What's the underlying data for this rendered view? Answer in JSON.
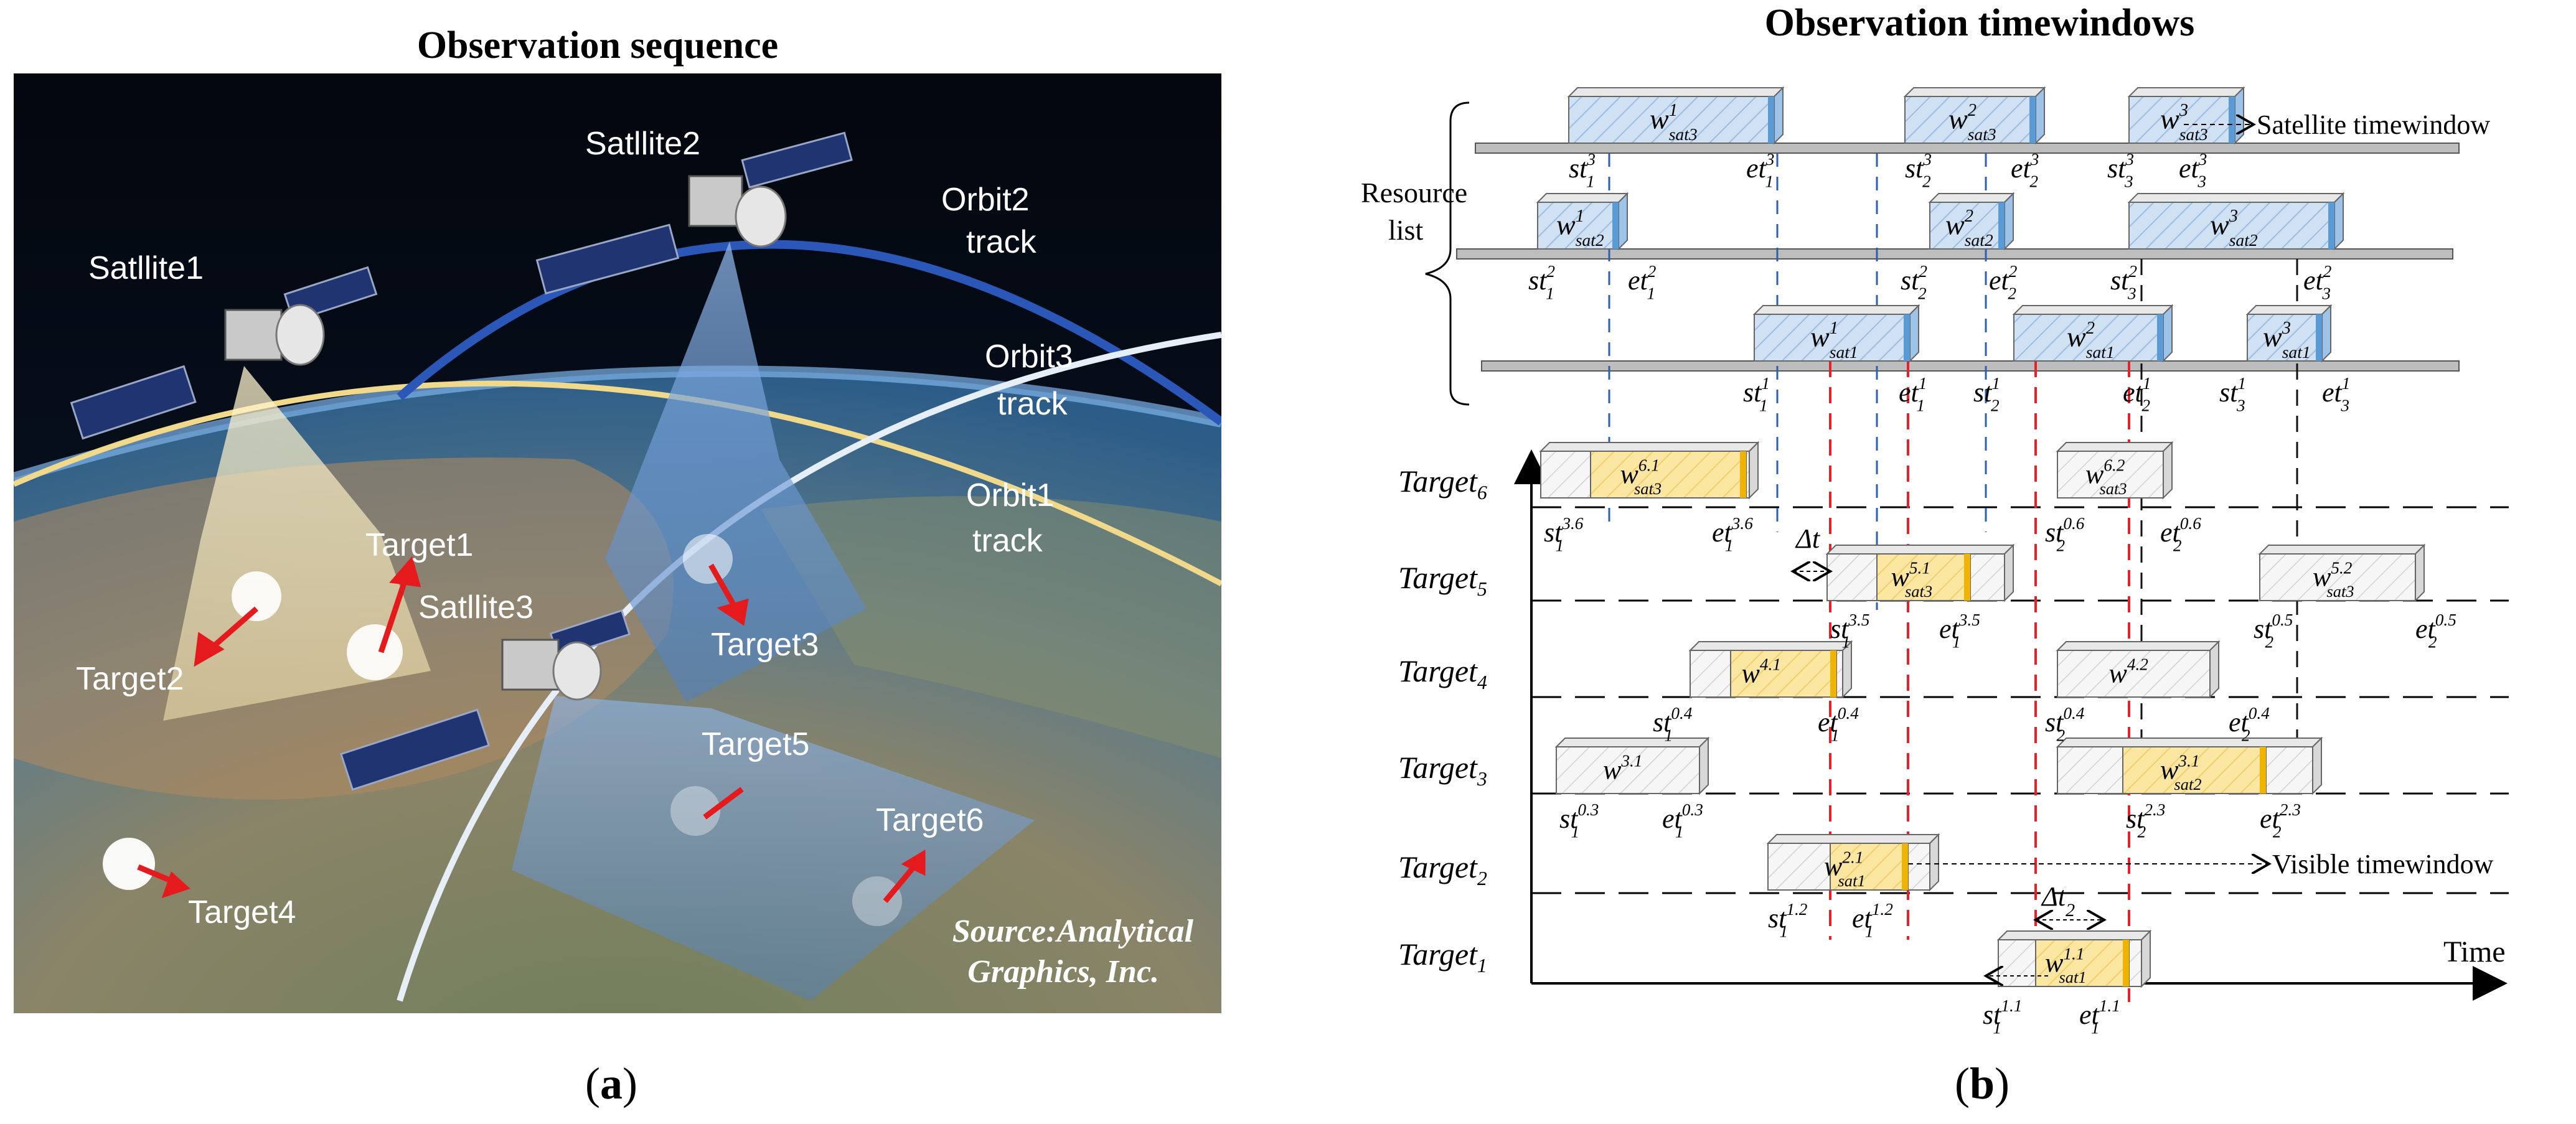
{
  "panel_a": {
    "title": "Observation sequence",
    "caption_open": "(",
    "caption_letter": "a",
    "caption_close": ")",
    "satellites": [
      "Satllite1",
      "Satllite2",
      "Satllite3"
    ],
    "orbits": [
      {
        "line1": "Orbit2",
        "line2": "track"
      },
      {
        "line1": "Orbit3",
        "line2": "track"
      },
      {
        "line1": "Orbit1",
        "line2": "track"
      }
    ],
    "targets": [
      "Target1",
      "Target2",
      "Target3",
      "Target4",
      "Target5",
      "Target6"
    ],
    "source_line1": "Source:Analytical",
    "source_line2": "Graphics, Inc."
  },
  "panel_b": {
    "title": "Observation timewindows",
    "caption_open": "(",
    "caption_letter": "b",
    "caption_close": ")",
    "resource_list_line1": "Resource",
    "resource_list_line2": "list",
    "satellite_timewindow_label": "Satellite timewindow",
    "visible_timewindow_label": "Visible timewindow",
    "time_axis_label": "Time",
    "delta_t": "Δt",
    "delta_t2": "Δt",
    "delta_t2_sub": "2",
    "target_rows": [
      {
        "name": "Target",
        "sub": "6"
      },
      {
        "name": "Target",
        "sub": "5"
      },
      {
        "name": "Target",
        "sub": "4"
      },
      {
        "name": "Target",
        "sub": "3"
      },
      {
        "name": "Target",
        "sub": "2"
      },
      {
        "name": "Target",
        "sub": "1"
      }
    ],
    "sat_windows": [
      {
        "base": "w",
        "sup": "1",
        "sub": "sat3"
      },
      {
        "base": "w",
        "sup": "2",
        "sub": "sat3"
      },
      {
        "base": "w",
        "sup": "3",
        "sub": "sat3"
      },
      {
        "base": "w",
        "sup": "1",
        "sub": "sat2"
      },
      {
        "base": "w",
        "sup": "2",
        "sub": "sat2"
      },
      {
        "base": "w",
        "sup": "3",
        "sub": "sat2"
      },
      {
        "base": "w",
        "sup": "1",
        "sub": "sat1"
      },
      {
        "base": "w",
        "sup": "2",
        "sub": "sat1"
      },
      {
        "base": "w",
        "sup": "3",
        "sub": "sat1"
      }
    ],
    "sat_times": [
      {
        "base": "st",
        "sub": "1",
        "sup": "3"
      },
      {
        "base": "et",
        "sub": "1",
        "sup": "3"
      },
      {
        "base": "st",
        "sub": "2",
        "sup": "3"
      },
      {
        "base": "et",
        "sub": "2",
        "sup": "3"
      },
      {
        "base": "st",
        "sub": "3",
        "sup": "3"
      },
      {
        "base": "et",
        "sub": "3",
        "sup": "3"
      },
      {
        "base": "st",
        "sub": "1",
        "sup": "2"
      },
      {
        "base": "et",
        "sub": "1",
        "sup": "2"
      },
      {
        "base": "st",
        "sub": "2",
        "sup": "2"
      },
      {
        "base": "et",
        "sub": "2",
        "sup": "2"
      },
      {
        "base": "st",
        "sub": "3",
        "sup": "2"
      },
      {
        "base": "et",
        "sub": "3",
        "sup": "2"
      },
      {
        "base": "st",
        "sub": "1",
        "sup": "1"
      },
      {
        "base": "et",
        "sub": "1",
        "sup": "1"
      },
      {
        "base": "st",
        "sub": "2",
        "sup": "1"
      },
      {
        "base": "et",
        "sub": "2",
        "sup": "1"
      },
      {
        "base": "st",
        "sub": "3",
        "sup": "1"
      },
      {
        "base": "et",
        "sub": "3",
        "sup": "1"
      }
    ],
    "vis_windows": [
      {
        "base": "w",
        "sup": "6.1",
        "sub": "sat3"
      },
      {
        "base": "w",
        "sup": "6.2",
        "sub": "sat3"
      },
      {
        "base": "w",
        "sup": "5.1",
        "sub": "sat3"
      },
      {
        "base": "w",
        "sup": "5.2",
        "sub": "sat3"
      },
      {
        "base": "w",
        "sup": "4.1",
        "sub": ""
      },
      {
        "base": "w",
        "sup": "4.2",
        "sub": ""
      },
      {
        "base": "w",
        "sup": "3.1",
        "sub": ""
      },
      {
        "base": "w",
        "sup": "3.1",
        "sub": "sat2"
      },
      {
        "base": "w",
        "sup": "2.1",
        "sub": "sat1"
      },
      {
        "base": "w",
        "sup": "1.1",
        "sub": "sat1"
      }
    ],
    "vis_times": [
      {
        "base": "st",
        "sub": "1",
        "sup": "3.6"
      },
      {
        "base": "et",
        "sub": "1",
        "sup": "3.6"
      },
      {
        "base": "st",
        "sub": "2",
        "sup": "0.6"
      },
      {
        "base": "et",
        "sub": "2",
        "sup": "0.6"
      },
      {
        "base": "st",
        "sub": "1",
        "sup": "3.5"
      },
      {
        "base": "et",
        "sub": "1",
        "sup": "3.5"
      },
      {
        "base": "st",
        "sub": "2",
        "sup": "0.5"
      },
      {
        "base": "et",
        "sub": "2",
        "sup": "0.5"
      },
      {
        "base": "st",
        "sub": "1",
        "sup": "0.4"
      },
      {
        "base": "et",
        "sub": "1",
        "sup": "0.4"
      },
      {
        "base": "st",
        "sub": "2",
        "sup": "0.4"
      },
      {
        "base": "et",
        "sub": "2",
        "sup": "0.4"
      },
      {
        "base": "st",
        "sub": "1",
        "sup": "0.3"
      },
      {
        "base": "et",
        "sub": "1",
        "sup": "0.3"
      },
      {
        "base": "st",
        "sub": "2",
        "sup": "2.3"
      },
      {
        "base": "et",
        "sub": "2",
        "sup": "2.3"
      },
      {
        "base": "st",
        "sub": "1",
        "sup": "1.2"
      },
      {
        "base": "et",
        "sub": "1",
        "sup": "1.2"
      },
      {
        "base": "st",
        "sub": "1",
        "sup": "1.1"
      },
      {
        "base": "et",
        "sub": "1",
        "sup": "1.1"
      }
    ],
    "colors": {
      "sat_window_fill": "#cfe1f3",
      "sat_window_edge": "#5b9bd5",
      "selected_fill": "#fbe6a2",
      "selected_edge": "#f0b400",
      "unselected_fill": "#f4f4f4",
      "blue_dash": "#2f5fb0",
      "red_dash": "#e8202a",
      "black_dash": "#111111"
    }
  }
}
